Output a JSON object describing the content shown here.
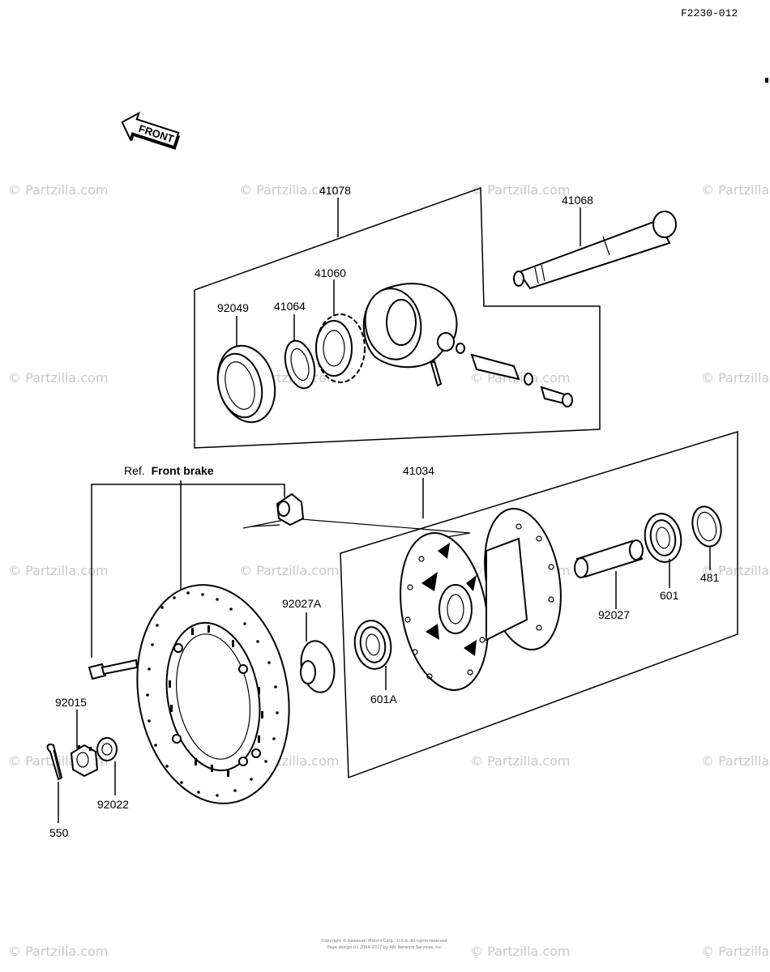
{
  "diagram_code": "F2230-012",
  "front_arrow_label": "FRONT",
  "ref_prefix": "Ref.",
  "ref_bold": "Front brake",
  "parts": {
    "p41078": "41078",
    "p41068": "41068",
    "p41060": "41060",
    "p92049": "92049",
    "p41064": "41064",
    "p41034": "41034",
    "p92027A": "92027A",
    "p92027": "92027",
    "p601": "601",
    "p481": "481",
    "p601A": "601A",
    "p92015": "92015",
    "p92022": "92022",
    "p550": "550"
  },
  "watermark": "© Partzilla.com",
  "copyright_line1": "Copyright © Kawasaki Motors Corp., U.S.A. All rights reserved.",
  "copyright_line2": "Page design (c) 2004-2017 by ARI Network Services, Inc."
}
